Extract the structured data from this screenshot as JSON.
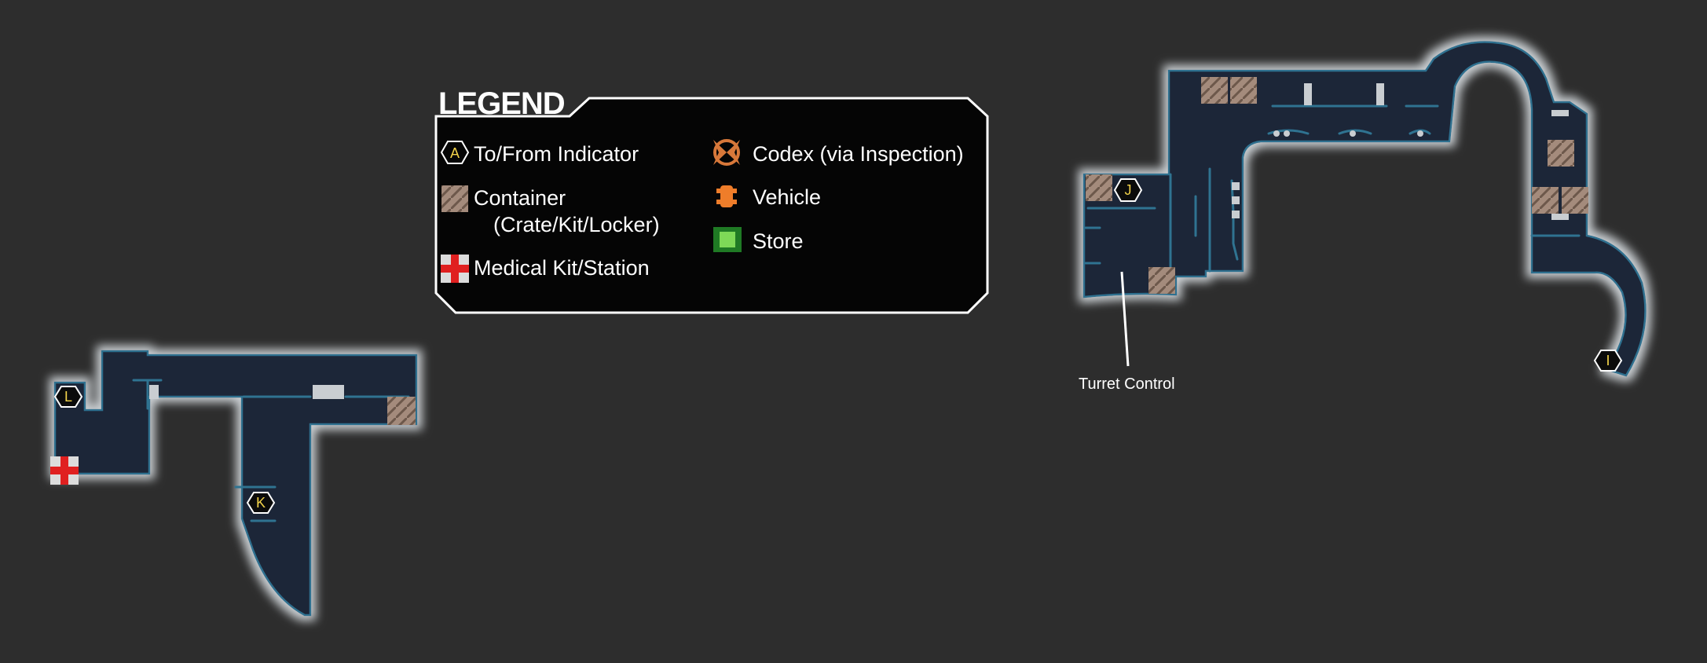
{
  "legend": {
    "title": "LEGEND",
    "items": [
      {
        "icon": "hexagon-marker-icon",
        "marker": "A",
        "label": "To/From Indicator"
      },
      {
        "icon": "container-icon",
        "label": "Container",
        "sublabel": "(Crate/Kit/Locker)"
      },
      {
        "icon": "medical-cross-icon",
        "label": "Medical Kit/Station"
      },
      {
        "icon": "codex-icon",
        "label": "Codex (via Inspection)"
      },
      {
        "icon": "vehicle-icon",
        "label": "Vehicle"
      },
      {
        "icon": "store-icon",
        "label": "Store"
      }
    ]
  },
  "markers": {
    "L": "L",
    "K": "K",
    "J": "J",
    "I": "I"
  },
  "annotations": {
    "turret_control": "Turret Control"
  },
  "colors": {
    "background": "#2d2d2d",
    "floor": "#1d2737",
    "floor_edge": "#2f6f8f",
    "glow": "#e6ecf0",
    "marker_letter": "#f3d34a",
    "medical": "#e02020",
    "container": "#a48b7c",
    "codex": "#d8783a",
    "store": "#3cab3a"
  }
}
